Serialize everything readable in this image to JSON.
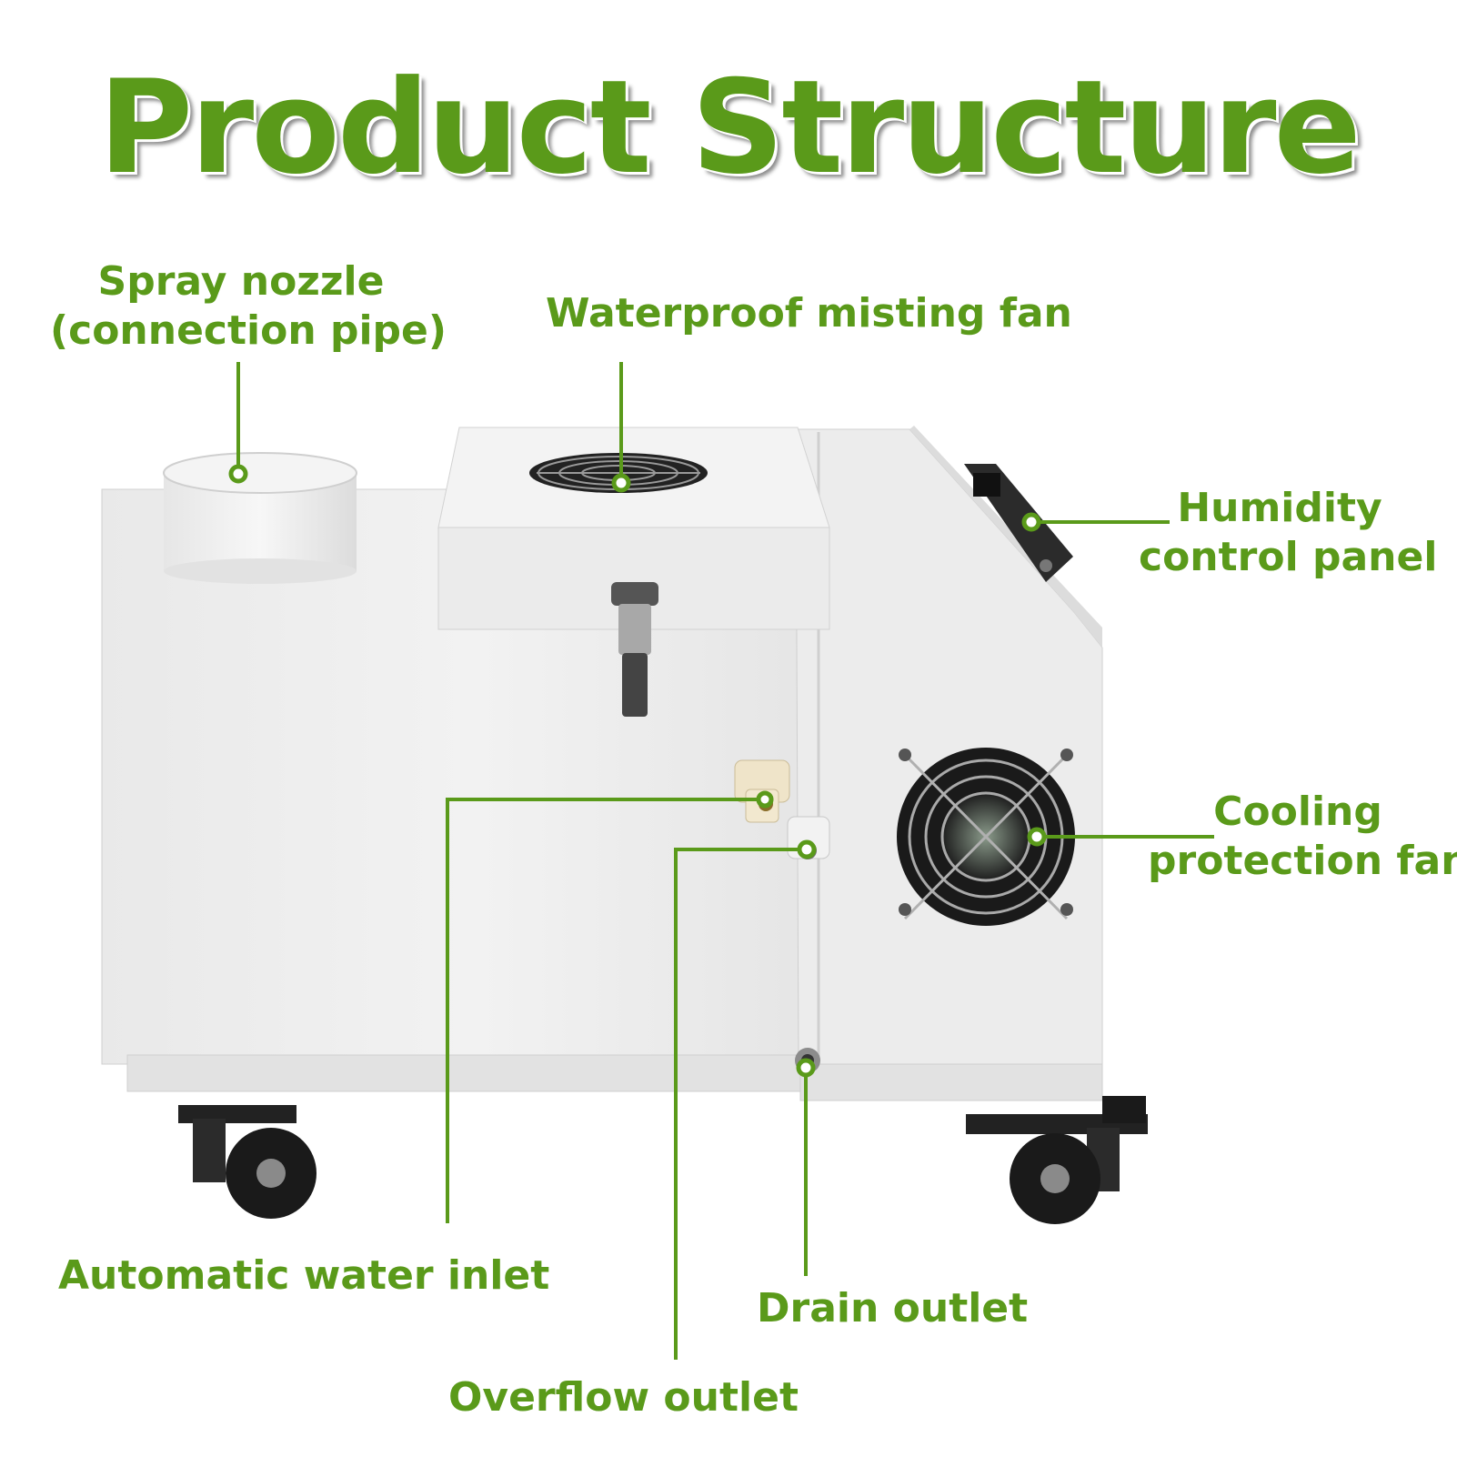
{
  "title": "Product Structure",
  "accent_color": "#5a9a1a",
  "labels": {
    "spray_nozzle_line1": "Spray nozzle",
    "spray_nozzle_line2": "(connection pipe)",
    "misting_fan": "Waterproof misting fan",
    "humidity_line1": "Humidity",
    "humidity_line2": "control panel",
    "cooling_line1": "Cooling",
    "cooling_line2": "protection fan",
    "water_inlet": "Automatic water inlet",
    "drain_outlet": "Drain outlet",
    "overflow_outlet": "Overflow outlet"
  }
}
